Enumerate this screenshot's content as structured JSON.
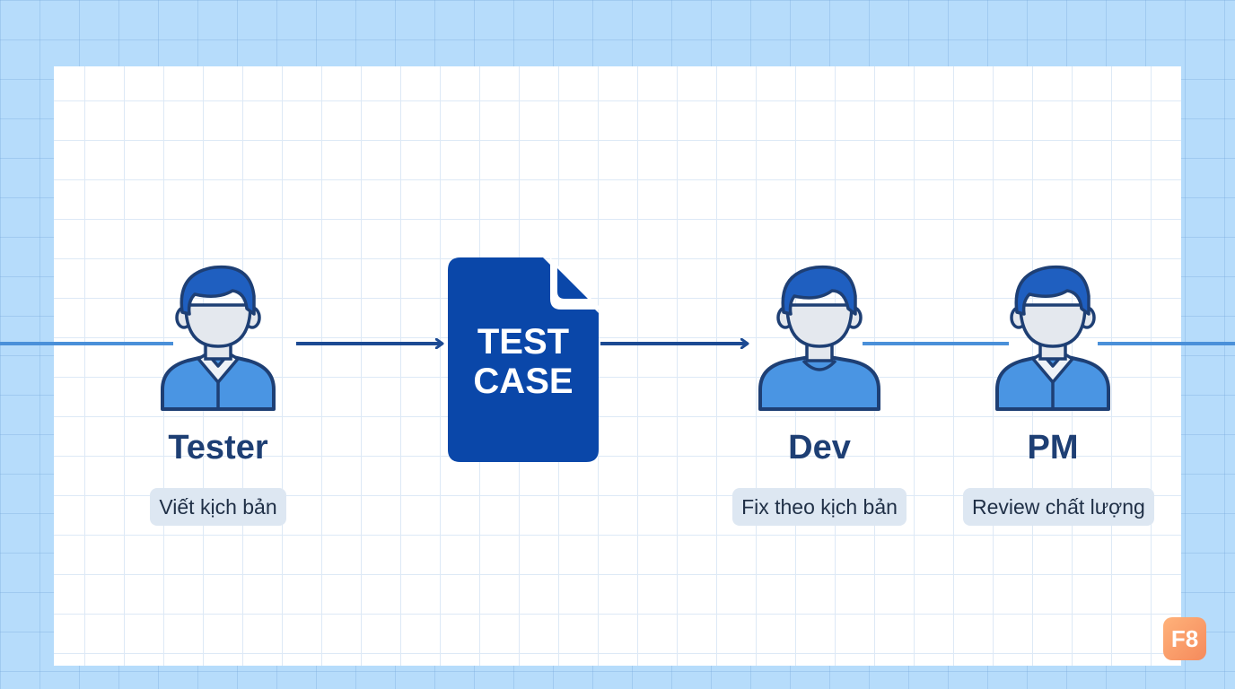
{
  "document": {
    "line1": "TEST",
    "line2": "CASE",
    "fill_color": "#0a47a9",
    "icon": "document-icon"
  },
  "actors": [
    {
      "name": "Tester",
      "task": "Viết kịch bản",
      "icon": "person-with-collar-icon"
    },
    {
      "name": "Dev",
      "task": "Fix theo kịch bản",
      "icon": "person-icon"
    },
    {
      "name": "PM",
      "task": "Review chất lượng",
      "icon": "person-with-collar-icon"
    }
  ],
  "badge": {
    "label": "F8"
  },
  "colors": {
    "background": "#b6dcfb",
    "panel": "#ffffff",
    "accent_dark": "#1e3f74",
    "connector_light": "#4a90d9",
    "arrow": "#1c4a93",
    "person_fill": "#4a95e3",
    "person_face": "#e4e8ee",
    "badge": "#f8955f"
  }
}
